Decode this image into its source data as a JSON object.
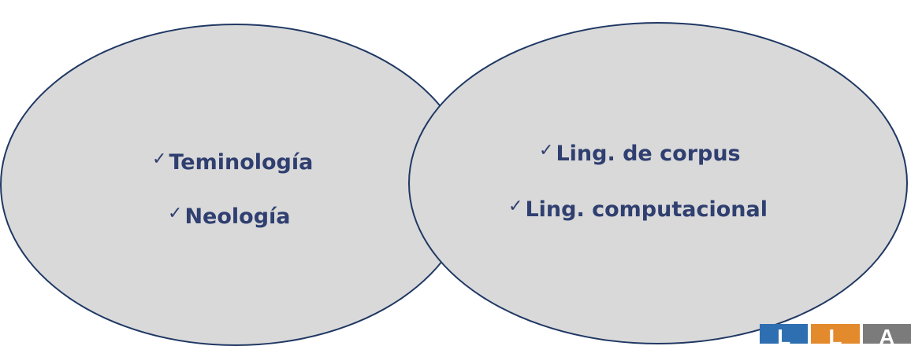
{
  "left_circle": {
    "items": [
      {
        "check": "✓",
        "label": "Teminología"
      },
      {
        "check": "✓",
        "label": "Neología"
      }
    ]
  },
  "right_circle": {
    "items": [
      {
        "check": "✓",
        "label": "Ling. de corpus"
      },
      {
        "check": "✓",
        "label": "Ling. computacional"
      }
    ]
  },
  "colors": {
    "fill": "#d9d9d9",
    "outline": "#1f3864",
    "text": "#2f3f70",
    "logo_blue": "#2e6fb2",
    "logo_orange": "#e38a2c",
    "logo_gray": "#7b7b7b"
  },
  "logo": {
    "letters": [
      "L",
      "L",
      "A"
    ]
  }
}
